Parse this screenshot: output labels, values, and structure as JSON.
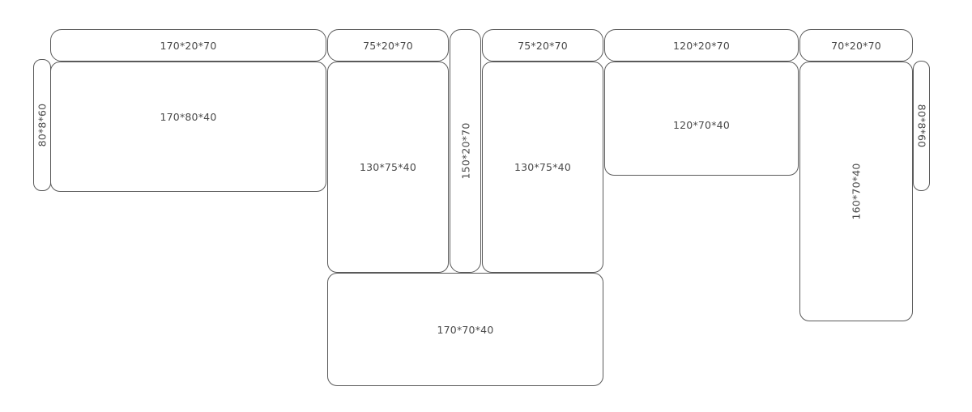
{
  "pieces": {
    "backrest_a": "170*20*70",
    "backrest_b": "75*20*70",
    "divider": "150*20*70",
    "backrest_c": "75*20*70",
    "backrest_d": "120*20*70",
    "backrest_e": "70*20*70",
    "armrest_left": "80*8*60",
    "armrest_right": "80*8*60",
    "seat_a": "170*80*40",
    "seat_b": "130*75*40",
    "seat_c": "130*75*40",
    "seat_d": "120*70*40",
    "seat_e": "160*70*40",
    "seat_f": "170*70*40"
  }
}
